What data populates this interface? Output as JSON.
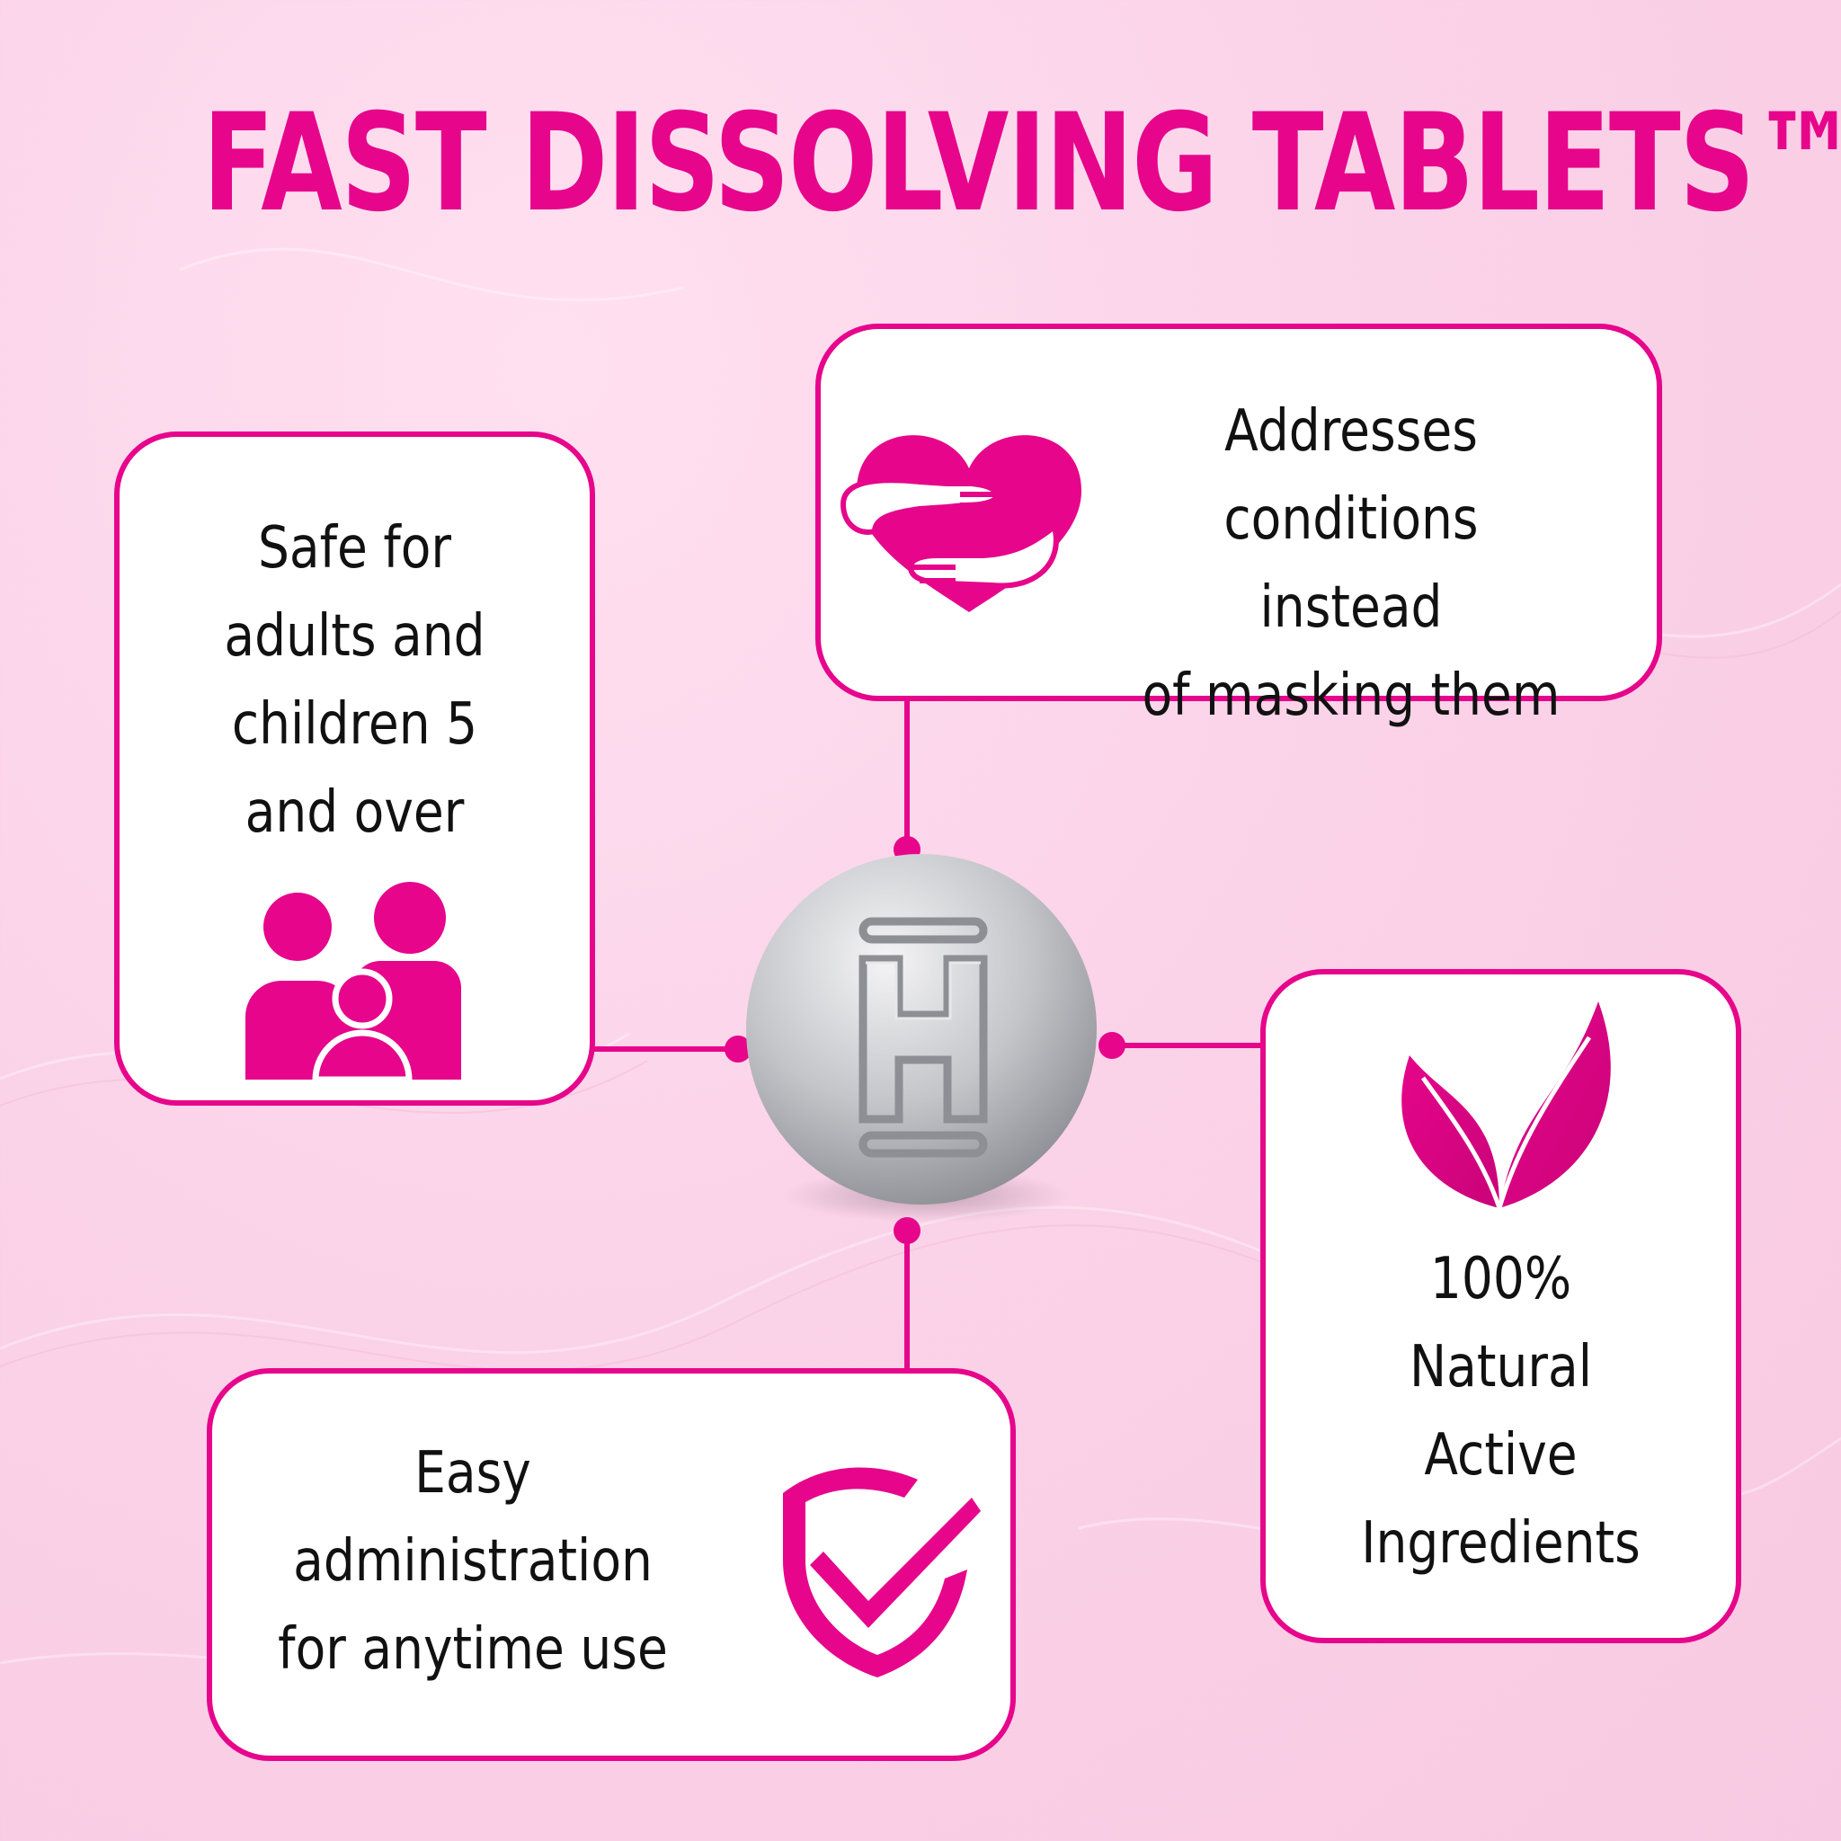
{
  "title": "FAST DISSOLVING TABLETS™",
  "colors": {
    "accent": "#e6058b",
    "background": "#fbd3e9",
    "card": "#ffffff"
  },
  "cards": {
    "safe": {
      "text": "Safe for\nadults and\nchildren 5\nand over",
      "icon": "family-icon"
    },
    "addresses": {
      "text": "Addresses\nconditions instead\nof masking them",
      "icon": "heart-hug-icon"
    },
    "natural": {
      "text": "100%\nNatural\nActive\nIngredients",
      "icon": "leaves-icon"
    },
    "easy": {
      "text": "Easy\nadministration\nfor anytime use",
      "icon": "shield-check-icon"
    }
  },
  "center": {
    "icon": "tablet-icon"
  }
}
